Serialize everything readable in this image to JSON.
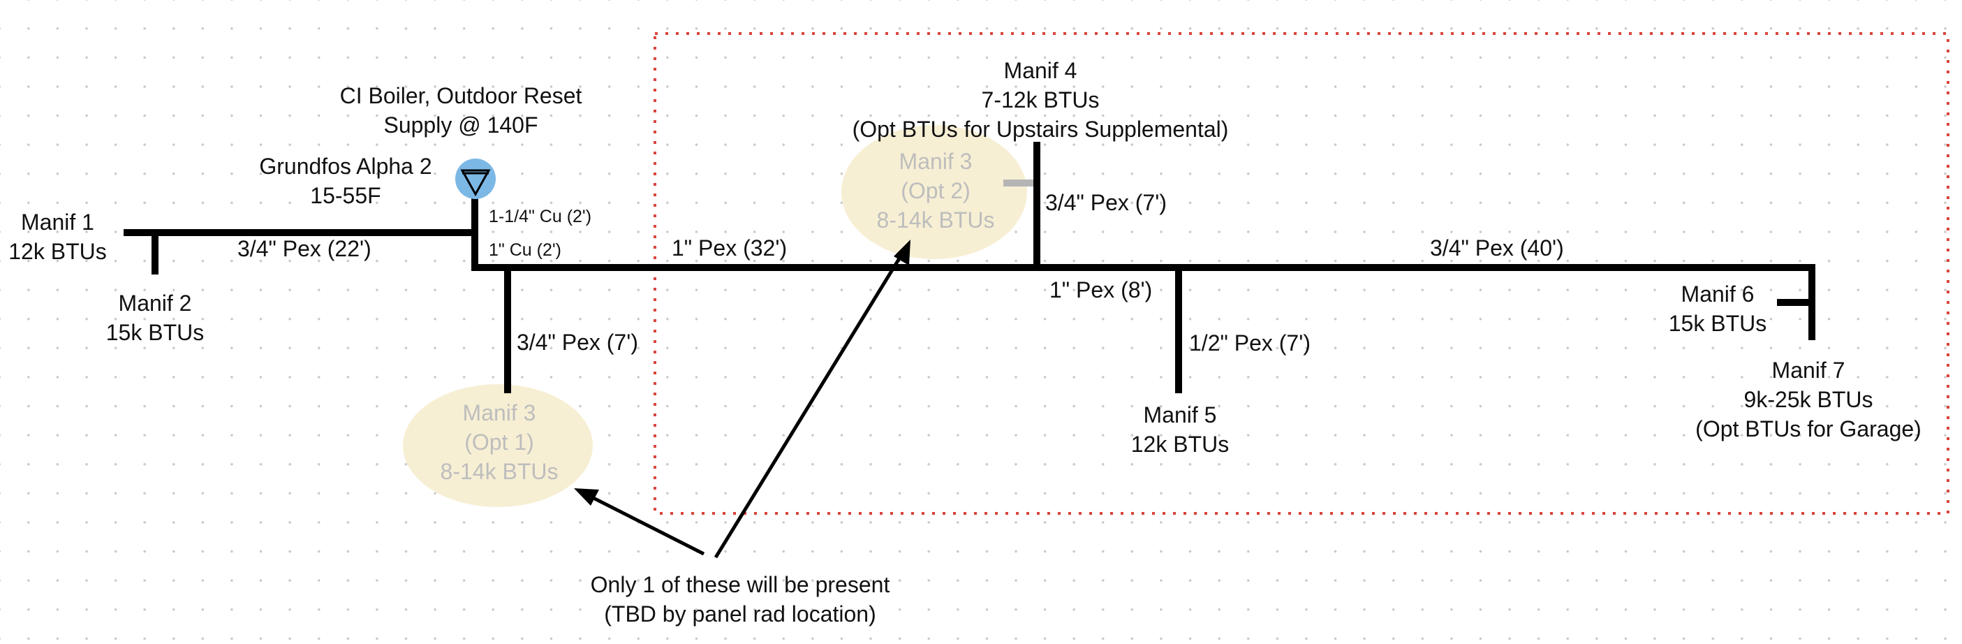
{
  "labels": {
    "boiler_line1": "CI Boiler, Outdoor Reset",
    "boiler_line2": "Supply @ 140F",
    "pump_line1": "Grundfos Alpha 2",
    "pump_line2": "15-55F",
    "cu_upper": "1-1/4\" Cu (2')",
    "cu_lower": "1\" Cu (2')",
    "manif1_name": "Manif 1",
    "manif1_btu": "12k BTUs",
    "manif2_name": "Manif 2",
    "manif2_btu": "15k BTUs",
    "pipe_left": "3/4\" Pex (22')",
    "pipe_main": "1\" Pex (32')",
    "pipe_opt1": "3/4\" Pex (7')",
    "manif3_opt1_name": "Manif 3",
    "manif3_opt1_opt": "(Opt 1)",
    "manif3_opt1_btu": "8-14k BTUs",
    "manif3_opt2_name": "Manif 3",
    "manif3_opt2_opt": "(Opt 2)",
    "manif3_opt2_btu": "8-14k BTUs",
    "manif4_name": "Manif 4",
    "manif4_btu": "7-12k BTUs",
    "manif4_note": "(Opt BTUs for Upstairs Supplemental)",
    "pipe_manif4": "3/4\" Pex (7')",
    "pipe_8": "1\" Pex (8')",
    "pipe_manif5": "1/2\" Pex (7')",
    "manif5_name": "Manif 5",
    "manif5_btu": "12k BTUs",
    "pipe_right": "3/4\" Pex (40')",
    "manif6_name": "Manif 6",
    "manif6_btu": "15k BTUs",
    "manif7_name": "Manif 7",
    "manif7_btu": "9k-25k BTUs",
    "manif7_note": "(Opt BTUs for Garage)",
    "note_line1": "Only 1 of these will be present",
    "note_line2": "(TBD by panel rad location)"
  },
  "colors": {
    "pipe": "#000000",
    "option_fill": "#f7efd4",
    "option_text": "#bdbdbd",
    "pump": "#7cb8e6",
    "boundary": "#d9443c"
  },
  "icons": {
    "pump": "circulator-pump-icon"
  }
}
